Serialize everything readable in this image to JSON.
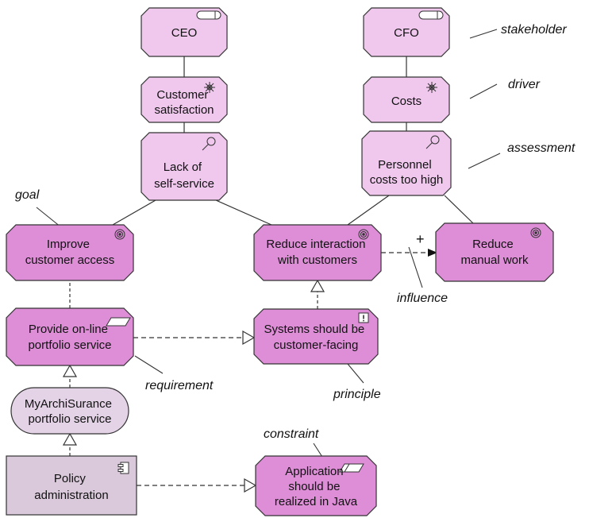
{
  "colors": {
    "light_fill": "#f0c8ee",
    "dark_fill": "#dd8ed7",
    "service_fill": "#e4d2e6",
    "component_fill": "#d9c9da",
    "stroke": "#333333"
  },
  "nodes": {
    "ceo": {
      "lines": [
        "CEO"
      ],
      "icon": "stakeholder-icon"
    },
    "cfo": {
      "lines": [
        "CFO"
      ],
      "icon": "stakeholder-icon"
    },
    "customer_satisfaction": {
      "lines": [
        "Customer",
        "satisfaction"
      ],
      "icon": "driver-icon"
    },
    "costs": {
      "lines": [
        "Costs"
      ],
      "icon": "driver-icon"
    },
    "lack_self_service": {
      "lines": [
        "Lack of",
        "self-service"
      ],
      "icon": "assessment-icon"
    },
    "personnel_costs": {
      "lines": [
        "Personnel",
        "costs too high"
      ],
      "icon": "assessment-icon"
    },
    "improve_access": {
      "lines": [
        "Improve",
        "customer access"
      ],
      "icon": "goal-icon"
    },
    "reduce_interaction": {
      "lines": [
        "Reduce interaction",
        "with customers"
      ],
      "icon": "goal-icon"
    },
    "reduce_manual": {
      "lines": [
        "Reduce",
        "manual work"
      ],
      "icon": "goal-icon"
    },
    "online_portfolio": {
      "lines": [
        "Provide on-line",
        "portfolio service"
      ],
      "icon": "requirement-icon"
    },
    "customer_facing": {
      "lines": [
        "Systems should be",
        "customer-facing"
      ],
      "icon": "principle-icon"
    },
    "myarchisurance": {
      "lines": [
        "MyArchiSurance",
        "portfolio service"
      ],
      "icon": ""
    },
    "policy_admin": {
      "lines": [
        "Policy",
        "administration"
      ],
      "icon": "component-icon"
    },
    "java": {
      "lines": [
        "Application",
        "should be",
        "realized in Java"
      ],
      "icon": "constraint-icon"
    }
  },
  "callouts": {
    "stakeholder": "stakeholder",
    "driver": "driver",
    "assessment": "assessment",
    "goal": "goal",
    "influence": "influence",
    "requirement": "requirement",
    "principle": "principle",
    "constraint": "constraint"
  },
  "influence_sign": "+"
}
